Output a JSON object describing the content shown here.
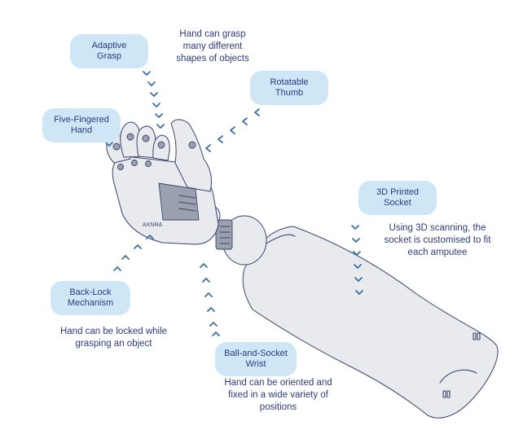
{
  "callouts": {
    "adaptive_grasp": {
      "line1": "Adaptive",
      "line2": "Grasp"
    },
    "five_fingered": {
      "line1": "Five-Fingered",
      "line2": "Hand"
    },
    "rotatable_thumb": {
      "line1": "Rotatable",
      "line2": "Thumb"
    },
    "printed_socket": {
      "line1": "3D Printed",
      "line2": "Socket"
    },
    "back_lock": {
      "line1": "Back-Lock",
      "line2": "Mechanism"
    },
    "ball_socket": {
      "line1": "Ball-and-Socket",
      "line2": "Wrist"
    }
  },
  "descriptions": {
    "grasp": [
      "Hand can grasp",
      "many different",
      "shapes of objects"
    ],
    "socket": [
      "Using 3D scanning, the",
      "socket is customised to fit",
      "each amputee"
    ],
    "lock": [
      "Hand can be locked while",
      "grasping an object"
    ],
    "wrist": [
      "Hand can be oriented and",
      "fixed in a wide variety of",
      "positions"
    ]
  },
  "colors": {
    "callout_fill": "#cfe6f7",
    "text": "#2d3a7c",
    "arrows": "#3f6fa8",
    "line_art": "#3a4570"
  },
  "icons": [
    "prosthetic-hand-illustration",
    "chevron-arrow-icon"
  ]
}
